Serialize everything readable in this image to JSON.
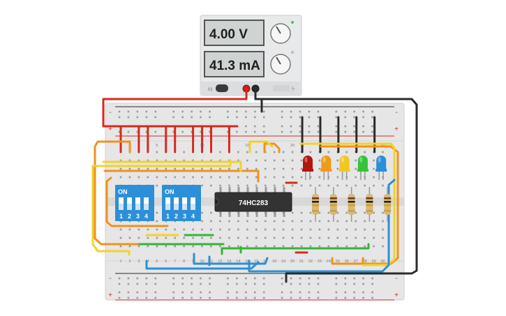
{
  "power_supply": {
    "voltage_display": "4.00 V",
    "current_display": "41.3 mA",
    "power_button_label": "01"
  },
  "dip_switches": [
    {
      "on_label": "ON",
      "switch_labels": [
        "1",
        "2",
        "3",
        "4"
      ]
    },
    {
      "on_label": "ON",
      "switch_labels": [
        "1",
        "2",
        "3",
        "4"
      ]
    }
  ],
  "chip": {
    "label": "74HC283"
  },
  "breadboard": {
    "top_column_numbers": [
      "1",
      "5",
      "10",
      "15",
      "20",
      "25",
      "30"
    ],
    "bottom_column_numbers": [
      "1",
      "2",
      "3",
      "4",
      "5",
      "6",
      "7",
      "8",
      "9",
      "10",
      "11",
      "12",
      "13",
      "14",
      "15",
      "16",
      "17",
      "18",
      "19",
      "20",
      "21",
      "22",
      "23",
      "24",
      "25",
      "26",
      "27",
      "28",
      "29",
      "30"
    ],
    "rail_plus_symbol": "+",
    "rail_minus_symbol": "-"
  },
  "leds": [
    {
      "color": "#b3150f"
    },
    {
      "color": "#f09a1a"
    },
    {
      "color": "#f1c726"
    },
    {
      "color": "#34c43a"
    },
    {
      "color": "#2a8fd6"
    }
  ],
  "colors": {
    "wire_red": "#d42a1e",
    "wire_orange": "#f0921c",
    "wire_yellow": "#f2d22c",
    "wire_green": "#35b43a",
    "wire_blue": "#2a8fd6",
    "wire_black": "#2b2b2b",
    "dip_blue": "#2c8fd8"
  }
}
